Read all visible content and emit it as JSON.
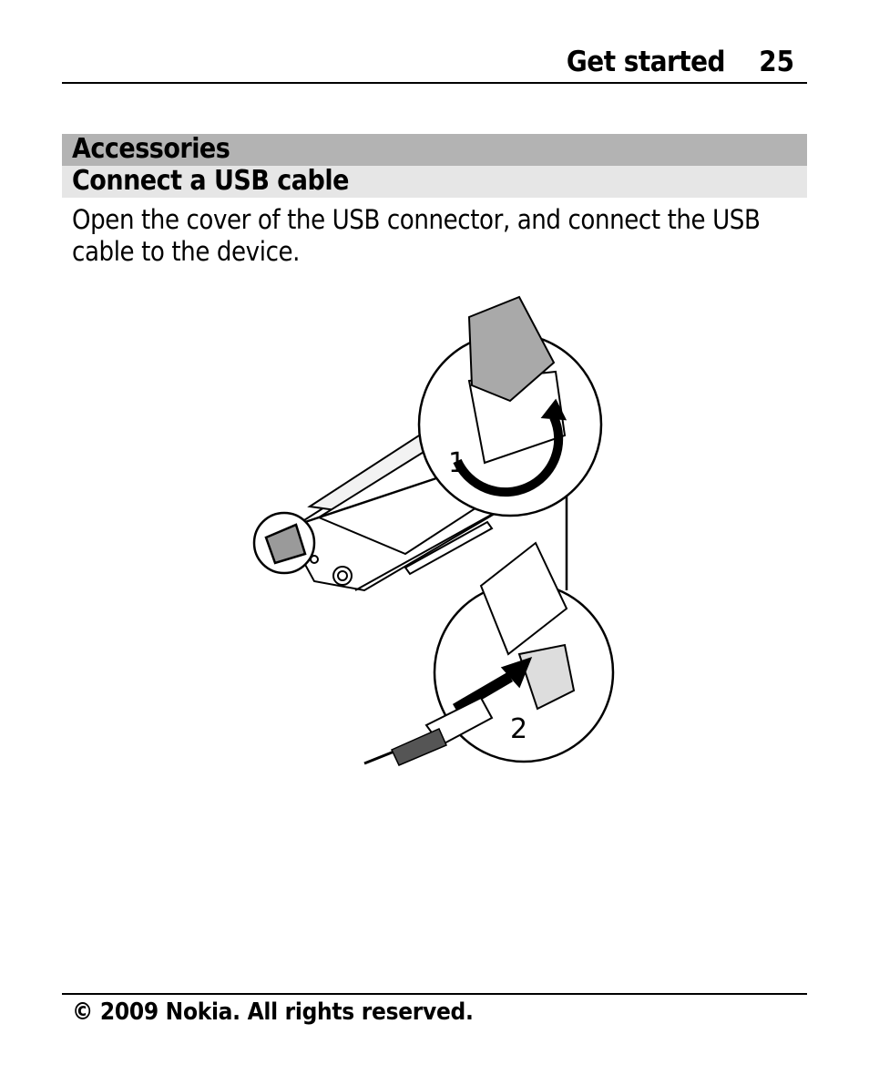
{
  "header": {
    "section_title": "Get started",
    "page_number": "25"
  },
  "headings": {
    "h1": "Accessories",
    "h2": "Connect a USB cable"
  },
  "body": {
    "paragraph": "Open the cover of the USB connector, and connect the USB cable to the device."
  },
  "illustration": {
    "step1_label": "1",
    "step2_label": "2"
  },
  "footer": {
    "copyright": "© 2009 Nokia. All rights reserved."
  }
}
